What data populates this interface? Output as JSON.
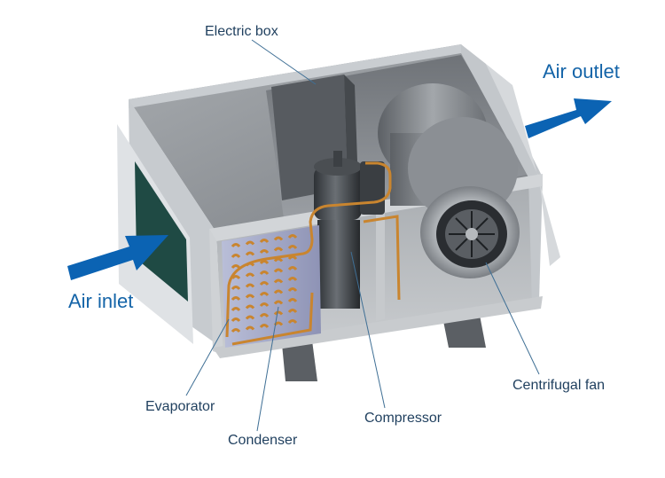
{
  "labels": {
    "electric_box": "Electric box",
    "air_outlet": "Air outlet",
    "air_inlet": "Air inlet",
    "evaporator": "Evaporator",
    "condenser": "Condenser",
    "compressor": "Compressor",
    "centrifugal_fan": "Centrifugal fan"
  },
  "colors": {
    "arrow": "#0b63b3",
    "label_text": "#1f3f5e",
    "big_label_text": "#1464a8",
    "leader_line": "#3f6f95",
    "copper_pipe": "#c9852f",
    "casing": "#b9bdc1",
    "interior": "#8f9397"
  }
}
